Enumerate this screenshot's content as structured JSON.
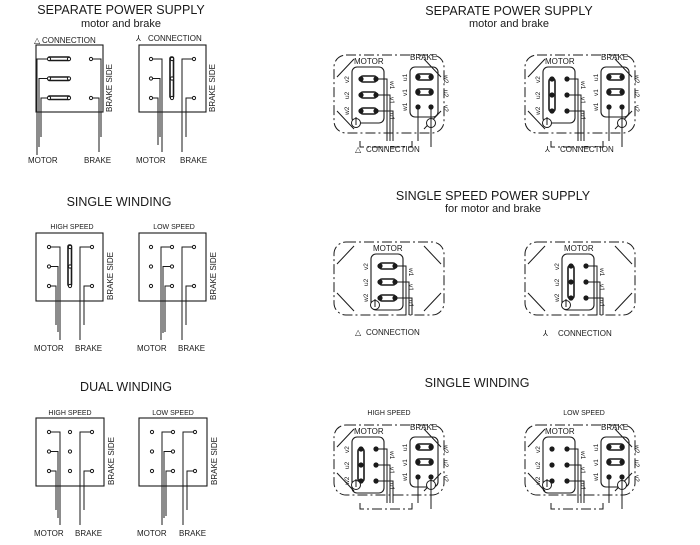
{
  "left": {
    "sections": [
      {
        "title": "SEPARATE POWER SUPPLY",
        "subtitle": "motor and brake",
        "panels": [
          {
            "heading": "CONNECTION",
            "symbol": "delta",
            "side_label": "BRAKE SIDE",
            "motor_label": "MOTOR",
            "brake_label": "BRAKE"
          },
          {
            "heading": "CONNECTION",
            "symbol": "star",
            "side_label": "BRAKE SIDE",
            "motor_label": "MOTOR",
            "brake_label": "BRAKE"
          }
        ]
      },
      {
        "title": "SINGLE WINDING",
        "subtitle": "",
        "panels": [
          {
            "heading": "HIGH SPEED",
            "side_label": "BRAKE SIDE",
            "motor_label": "MOTOR",
            "brake_label": "BRAKE"
          },
          {
            "heading": "LOW SPEED",
            "side_label": "BRAKE SIDE",
            "motor_label": "MOTOR",
            "brake_label": "BRAKE"
          }
        ]
      },
      {
        "title": "DUAL WINDING",
        "subtitle": "",
        "panels": [
          {
            "heading": "HIGH SPEED",
            "side_label": "BRAKE SIDE",
            "motor_label": "MOTOR",
            "brake_label": "BRAKE"
          },
          {
            "heading": "LOW SPEED",
            "side_label": "BRAKE SIDE",
            "motor_label": "MOTOR",
            "brake_label": "BRAKE"
          }
        ]
      }
    ]
  },
  "right": {
    "sections": [
      {
        "title": "SEPARATE POWER SUPPLY",
        "subtitle": "motor and brake",
        "boxes": [
          {
            "caption": "CONNECTION",
            "symbol": "delta",
            "motor_label": "MOTOR",
            "brake_label": "BRAKE"
          },
          {
            "caption": "CONNECTION",
            "symbol": "star",
            "motor_label": "MOTOR",
            "brake_label": "BRAKE"
          }
        ]
      },
      {
        "title": "SINGLE SPEED POWER SUPPLY",
        "subtitle": "for motor and brake",
        "boxes": [
          {
            "caption": "CONNECTION",
            "symbol": "delta",
            "motor_label": "MOTOR"
          },
          {
            "caption": "CONNECTION",
            "symbol": "star",
            "motor_label": "MOTOR"
          }
        ]
      },
      {
        "title": "SINGLE WINDING",
        "subtitle": "",
        "boxes": [
          {
            "heading": "HIGH SPEED",
            "motor_label": "MOTOR",
            "brake_label": "BRAKE"
          },
          {
            "heading": "LOW SPEED",
            "motor_label": "MOTOR",
            "brake_label": "BRAKE"
          }
        ]
      }
    ]
  },
  "terminals": {
    "motor_left": [
      "W2",
      "U2",
      "V2"
    ],
    "motor_right": [
      "U1",
      "V1",
      "W1"
    ],
    "brake_left": [
      "W1",
      "V1",
      "U1"
    ],
    "brake_right": [
      "V2",
      "U2",
      "W2"
    ]
  },
  "symbols": {
    "delta": "△",
    "star": "⅄"
  }
}
